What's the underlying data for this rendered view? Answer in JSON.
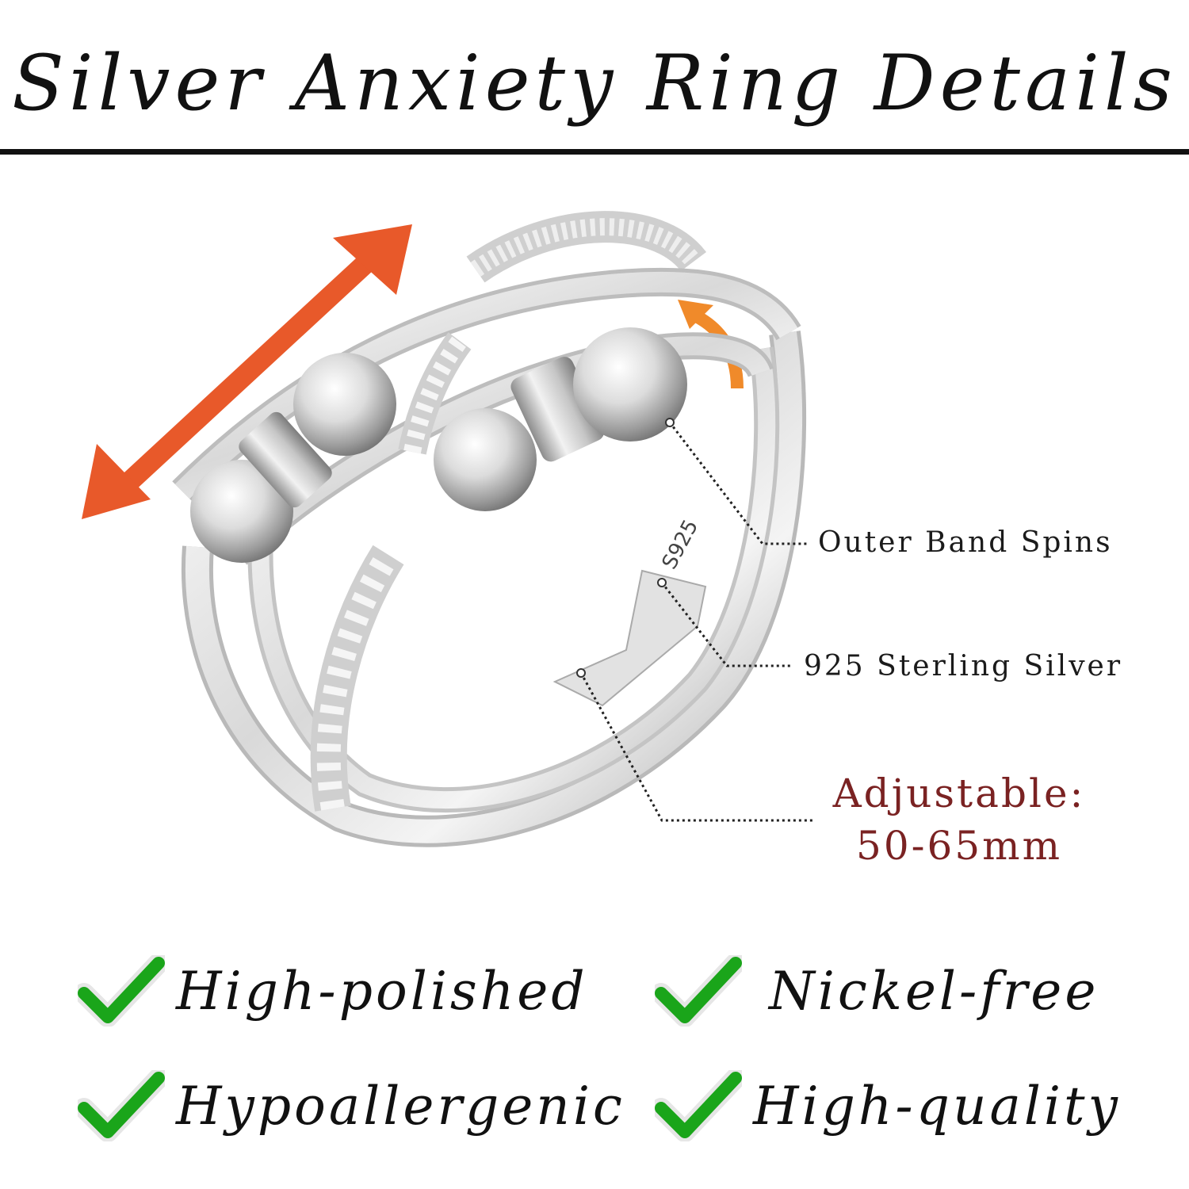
{
  "title": "Silver Anxiety Ring Details",
  "ring_stamp": "S925",
  "callouts": {
    "outer_band": "Outer Band Spins",
    "silver": "925 Sterling Silver",
    "adjustable_label": "Adjustable:",
    "adjustable_value": "50-65mm"
  },
  "features": [
    {
      "label": "High-polished",
      "icon": "checkmark-icon"
    },
    {
      "label": "Nickel-free",
      "icon": "checkmark-icon"
    },
    {
      "label": "Hypoallergenic",
      "icon": "checkmark-icon"
    },
    {
      "label": "High-quality",
      "icon": "checkmark-icon"
    }
  ],
  "colors": {
    "arrow": "#e8592a",
    "spin_arrow": "#f08a2a",
    "check": "#1aa51a",
    "adjustable_text": "#7a2222"
  }
}
